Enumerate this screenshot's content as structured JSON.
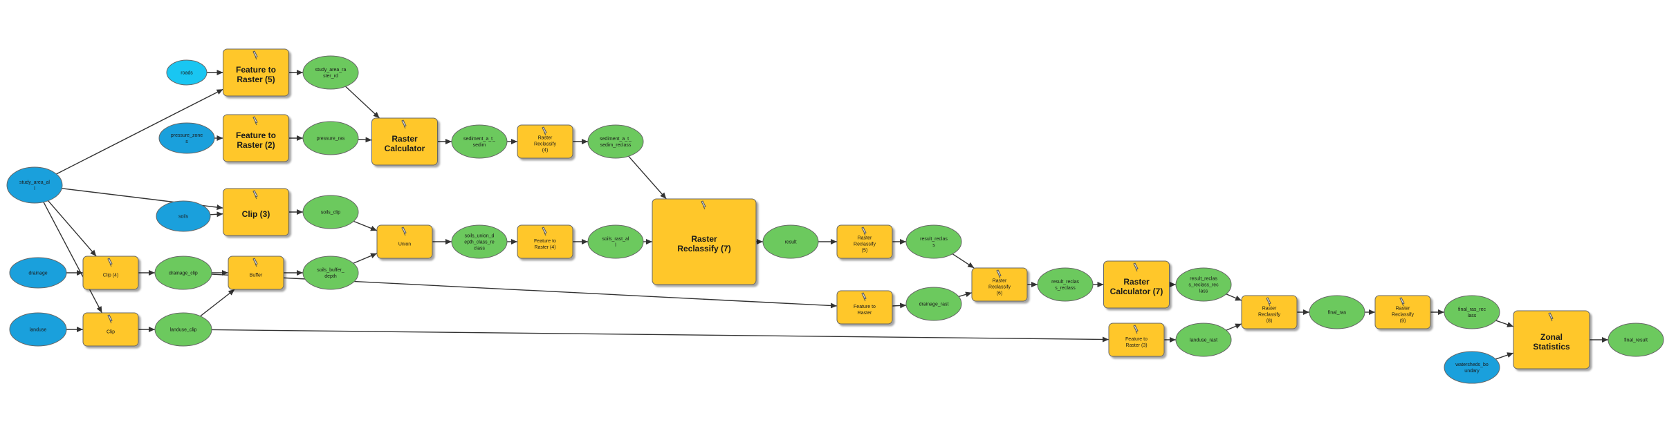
{
  "diagram": {
    "type": "model-builder-flowchart",
    "colors": {
      "input": "#1aa0dc",
      "input_light": "#19c6f2",
      "tool": "#ffc72c",
      "output": "#6cc95e",
      "edge": "#333333",
      "stroke": "#666666"
    },
    "nodes": [
      {
        "id": "roads",
        "kind": "input_light",
        "label": "roads"
      },
      {
        "id": "f2r5",
        "kind": "tool",
        "label": "Feature to Raster (5)"
      },
      {
        "id": "study_area_raster",
        "kind": "output",
        "label": "study_area_raster_rd"
      },
      {
        "id": "pressure",
        "kind": "input",
        "label": "pressure_zones"
      },
      {
        "id": "f2r2",
        "kind": "tool",
        "label": "Feature to Raster (2)"
      },
      {
        "id": "pressure_ras",
        "kind": "output",
        "label": "pressure_ras"
      },
      {
        "id": "rastercalc1",
        "kind": "tool",
        "label": "Raster Calculator"
      },
      {
        "id": "sediment_out1",
        "kind": "output",
        "label": "sediment_a_t_sedim"
      },
      {
        "id": "reclass_a",
        "kind": "tool",
        "label": "Raster Reclassify (4)"
      },
      {
        "id": "sediment_out2",
        "kind": "output",
        "label": "sediment_a_t_sedim_reclass"
      },
      {
        "id": "study_area",
        "kind": "input",
        "label": "study_area_all"
      },
      {
        "id": "soils",
        "kind": "input",
        "label": "soils"
      },
      {
        "id": "clip3",
        "kind": "tool",
        "label": "Clip (3)"
      },
      {
        "id": "soils_clip",
        "kind": "output",
        "label": "soils_clip"
      },
      {
        "id": "union",
        "kind": "tool",
        "label": "Union"
      },
      {
        "id": "soils_union",
        "kind": "output",
        "label": "soils_union_depth_class_reclass"
      },
      {
        "id": "f2r_a",
        "kind": "tool",
        "label": "Feature to Raster (4)"
      },
      {
        "id": "soils_rast",
        "kind": "output",
        "label": "soils_rast_all"
      },
      {
        "id": "wsum",
        "kind": "tool",
        "label": "Raster Reclassify (7)"
      },
      {
        "id": "result",
        "kind": "output",
        "label": "result"
      },
      {
        "id": "reclass_b",
        "kind": "tool",
        "label": "Raster Reclassify (5)"
      },
      {
        "id": "result_reclass",
        "kind": "output",
        "label": "result_reclass"
      },
      {
        "id": "drainage",
        "kind": "input",
        "label": "drainage"
      },
      {
        "id": "clip_a",
        "kind": "tool",
        "label": "Clip (4)"
      },
      {
        "id": "drainage_clip",
        "kind": "output",
        "label": "drainage_clip"
      },
      {
        "id": "dissolve",
        "kind": "tool",
        "label": "Buffer"
      },
      {
        "id": "soils_buffer",
        "kind": "output",
        "label": "soils_buffer_depth"
      },
      {
        "id": "f2r_b",
        "kind": "tool",
        "label": "Feature to Raster"
      },
      {
        "id": "drainage_rast",
        "kind": "output",
        "label": "drainage_rast"
      },
      {
        "id": "reclass_c",
        "kind": "tool",
        "label": "Raster Reclassify (6)"
      },
      {
        "id": "result_rc",
        "kind": "output",
        "label": "result_reclass_reclass"
      },
      {
        "id": "rastercalc7",
        "kind": "tool",
        "label": "Raster Calculator (7)"
      },
      {
        "id": "result_rc2",
        "kind": "output",
        "label": "result_reclass_reclass_reclass"
      },
      {
        "id": "landuse",
        "kind": "input",
        "label": "landuse"
      },
      {
        "id": "clip_b",
        "kind": "tool",
        "label": "Clip"
      },
      {
        "id": "landuse_clip",
        "kind": "output",
        "label": "landuse_clip"
      },
      {
        "id": "f2r_c",
        "kind": "tool",
        "label": "Feature to Raster (3)"
      },
      {
        "id": "landuse_rast",
        "kind": "output",
        "label": "landuse_rast"
      },
      {
        "id": "reclass_d",
        "kind": "tool",
        "label": "Raster Reclassify (8)"
      },
      {
        "id": "final_ras",
        "kind": "output",
        "label": "final_ras"
      },
      {
        "id": "reclass_e",
        "kind": "tool",
        "label": "Raster Reclassify (9)"
      },
      {
        "id": "final_reclass",
        "kind": "output",
        "label": "final_ras_reclass"
      },
      {
        "id": "zonal",
        "kind": "tool",
        "label": "Zonal Statistics"
      },
      {
        "id": "zone_input",
        "kind": "input",
        "label": "watersheds_boundary"
      },
      {
        "id": "final_out",
        "kind": "output",
        "label": "final_result"
      }
    ],
    "edges": [
      [
        "roads",
        "f2r5"
      ],
      [
        "f2r5",
        "study_area_raster"
      ],
      [
        "study_area_raster",
        "rastercalc1"
      ],
      [
        "pressure",
        "f2r2"
      ],
      [
        "f2r2",
        "pressure_ras"
      ],
      [
        "pressure_ras",
        "rastercalc1"
      ],
      [
        "rastercalc1",
        "sediment_out1"
      ],
      [
        "sediment_out1",
        "reclass_a"
      ],
      [
        "reclass_a",
        "sediment_out2"
      ],
      [
        "sediment_out2",
        "wsum"
      ],
      [
        "study_area",
        "f2r5"
      ],
      [
        "study_area",
        "clip3"
      ],
      [
        "study_area",
        "clip_a"
      ],
      [
        "study_area",
        "clip_b"
      ],
      [
        "soils",
        "clip3"
      ],
      [
        "clip3",
        "soils_clip"
      ],
      [
        "soils_clip",
        "union"
      ],
      [
        "union",
        "soils_union"
      ],
      [
        "soils_union",
        "f2r_a"
      ],
      [
        "f2r_a",
        "soils_rast"
      ],
      [
        "soils_rast",
        "wsum"
      ],
      [
        "wsum",
        "result"
      ],
      [
        "result",
        "reclass_b"
      ],
      [
        "reclass_b",
        "result_reclass"
      ],
      [
        "result_reclass",
        "reclass_c"
      ],
      [
        "drainage",
        "clip_a"
      ],
      [
        "clip_a",
        "drainage_clip"
      ],
      [
        "drainage_clip",
        "dissolve"
      ],
      [
        "dissolve",
        "soils_buffer"
      ],
      [
        "soils_buffer",
        "union"
      ],
      [
        "drainage_clip",
        "f2r_b"
      ],
      [
        "f2r_b",
        "drainage_rast"
      ],
      [
        "drainage_rast",
        "reclass_c"
      ],
      [
        "reclass_c",
        "result_rc"
      ],
      [
        "result_rc",
        "rastercalc7"
      ],
      [
        "rastercalc7",
        "result_rc2"
      ],
      [
        "result_rc2",
        "reclass_d"
      ],
      [
        "landuse",
        "clip_b"
      ],
      [
        "clip_b",
        "landuse_clip"
      ],
      [
        "landuse_clip",
        "dissolve"
      ],
      [
        "landuse_clip",
        "f2r_c"
      ],
      [
        "f2r_c",
        "landuse_rast"
      ],
      [
        "landuse_rast",
        "reclass_d"
      ],
      [
        "reclass_d",
        "final_ras"
      ],
      [
        "final_ras",
        "reclass_e"
      ],
      [
        "reclass_e",
        "final_reclass"
      ],
      [
        "final_reclass",
        "zonal"
      ],
      [
        "zone_input",
        "zonal"
      ],
      [
        "zonal",
        "final_out"
      ]
    ]
  }
}
